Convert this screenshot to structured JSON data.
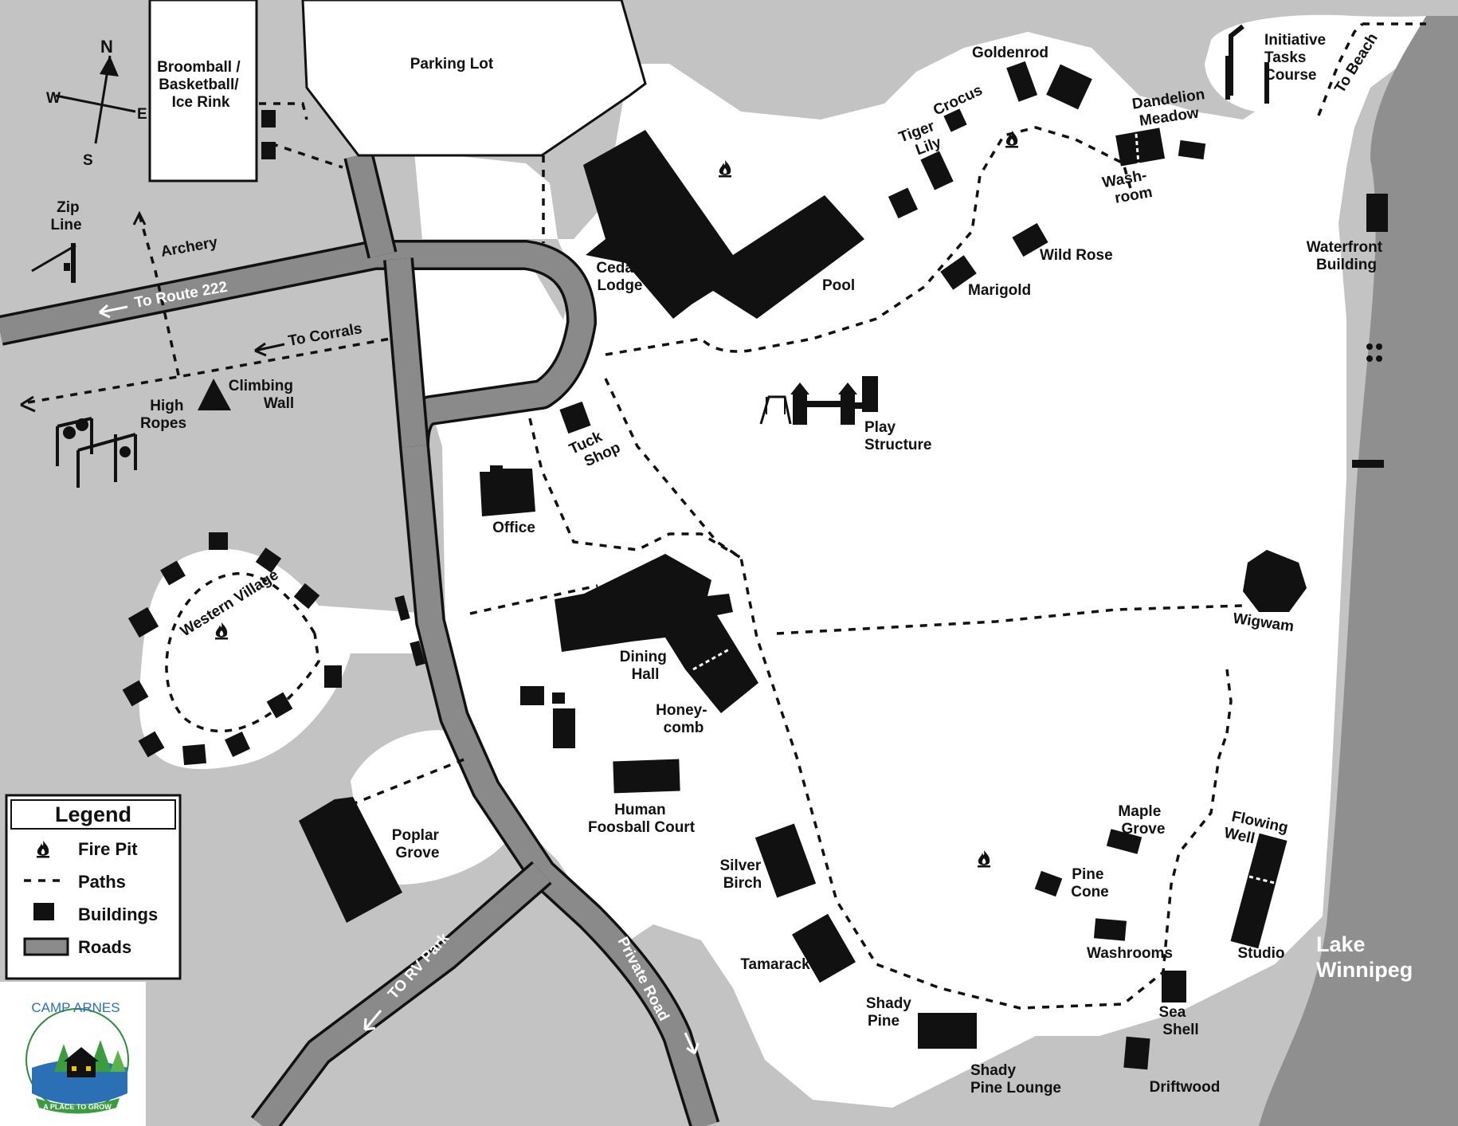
{
  "map": {
    "colors": {
      "land": "#c3c3c3",
      "cleared": "#ffffff",
      "water": "#8f8f8f",
      "road": "#8a8a8a",
      "building": "#111111"
    },
    "compass": {
      "n": "N",
      "s": "S",
      "e": "E",
      "w": "W"
    },
    "labels": {
      "broomball": [
        "Broomball /",
        "Basketball/",
        "Ice Rink"
      ],
      "parking": "Parking Lot",
      "goldenrod": "Goldenrod",
      "initiative": [
        "Initiative",
        "Tasks",
        "Course"
      ],
      "to_beach": "To Beach",
      "crocus": "Crocus",
      "tiger_lily": [
        "Tiger",
        "Lily"
      ],
      "dandelion": [
        "Dandelion",
        "Meadow"
      ],
      "washroom": [
        "Wash-",
        "room"
      ],
      "wild_rose": "Wild Rose",
      "marigold": "Marigold",
      "waterfront": [
        "Waterfront",
        "Building"
      ],
      "cedar_lodge": [
        "Cedar",
        "Lodge"
      ],
      "pool": "Pool",
      "zip_line": [
        "Zip",
        "Line"
      ],
      "archery": "Archery",
      "to_route": "To Route 222",
      "to_corrals": "To Corrals",
      "climbing_wall": [
        "Climbing",
        "Wall"
      ],
      "high_ropes": [
        "High",
        "Ropes"
      ],
      "tuck_shop": [
        "Tuck",
        "Shop"
      ],
      "play_structure": [
        "Play",
        "Structure"
      ],
      "office": "Office",
      "western_village": "Western Village",
      "wigwam": "Wigwam",
      "dining_hall": [
        "Dining",
        "Hall"
      ],
      "honeycomb": [
        "Honey-",
        "comb"
      ],
      "human_foosball": [
        "Human",
        "Foosball Court"
      ],
      "poplar_grove": [
        "Poplar",
        "Grove"
      ],
      "maple_grove": [
        "Maple",
        "Grove"
      ],
      "flowing_well": [
        "Flowing",
        "Well"
      ],
      "silver_birch": [
        "Silver",
        "Birch"
      ],
      "pine_cone": [
        "Pine",
        "Cone"
      ],
      "washrooms": "Washrooms",
      "studio": "Studio",
      "tamarack": "Tamarack",
      "shady_pine": [
        "Shady",
        "Pine"
      ],
      "sea_shell": [
        "Sea",
        "Shell"
      ],
      "lake": [
        "Lake",
        "Winnipeg"
      ],
      "shady_pine_lounge": [
        "Shady",
        "Pine Lounge"
      ],
      "driftwood": "Driftwood",
      "to_rv_park": "TO RV Park",
      "private_road": "Private Road"
    },
    "legend": {
      "title": "Legend",
      "items": [
        {
          "icon": "fire-pit-icon",
          "label": "Fire Pit"
        },
        {
          "icon": "paths-icon",
          "label": "Paths"
        },
        {
          "icon": "buildings-icon",
          "label": "Buildings"
        },
        {
          "icon": "roads-icon",
          "label": "Roads"
        }
      ]
    },
    "logo": {
      "name": "CAMP ARNES",
      "tagline": "A PLACE TO GROW"
    }
  }
}
